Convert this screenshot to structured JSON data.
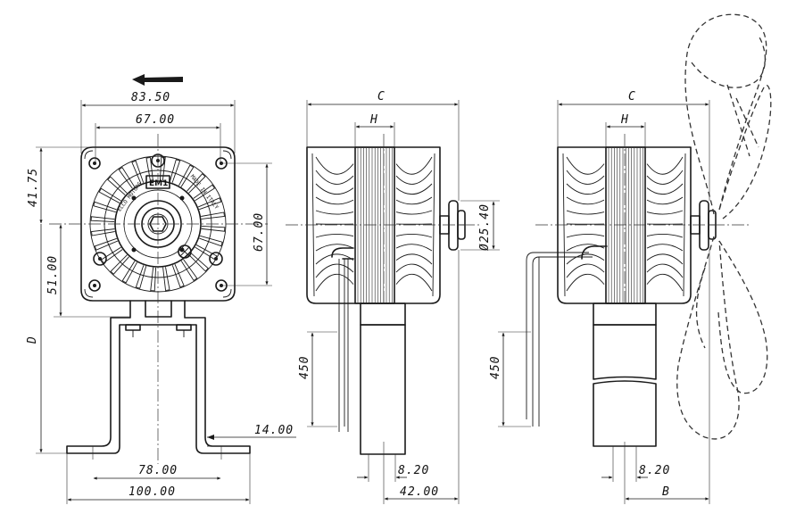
{
  "labels": {
    "front_width": "83.50",
    "front_inner_width": "67.00",
    "front_top_offset": "41.75",
    "front_height": "67.00",
    "front_lower_offset": "51.00",
    "front_overall_height": "D",
    "bracket_thickness": "14.00",
    "bracket_hole_span": "78.00",
    "bracket_base_width": "100.00",
    "side_overall_width": "C",
    "side_stack_width": "H",
    "shaft_diameter": "Ø25.40",
    "lead_length": "450",
    "shaft_width": "8.20",
    "shaft_offset": "42.00",
    "fan_overall_width": "C",
    "fan_stack_width": "H",
    "fan_lead_length": "450",
    "fan_shaft_width": "8.20",
    "fan_offset": "B"
  },
  "nameplate": {
    "badge": "EM1",
    "left_arc": "ELCO MOTORS",
    "right_arc": "MADE IN ITALY"
  },
  "colors": {
    "ink": "#1a1a1a",
    "paper": "#ffffff"
  }
}
